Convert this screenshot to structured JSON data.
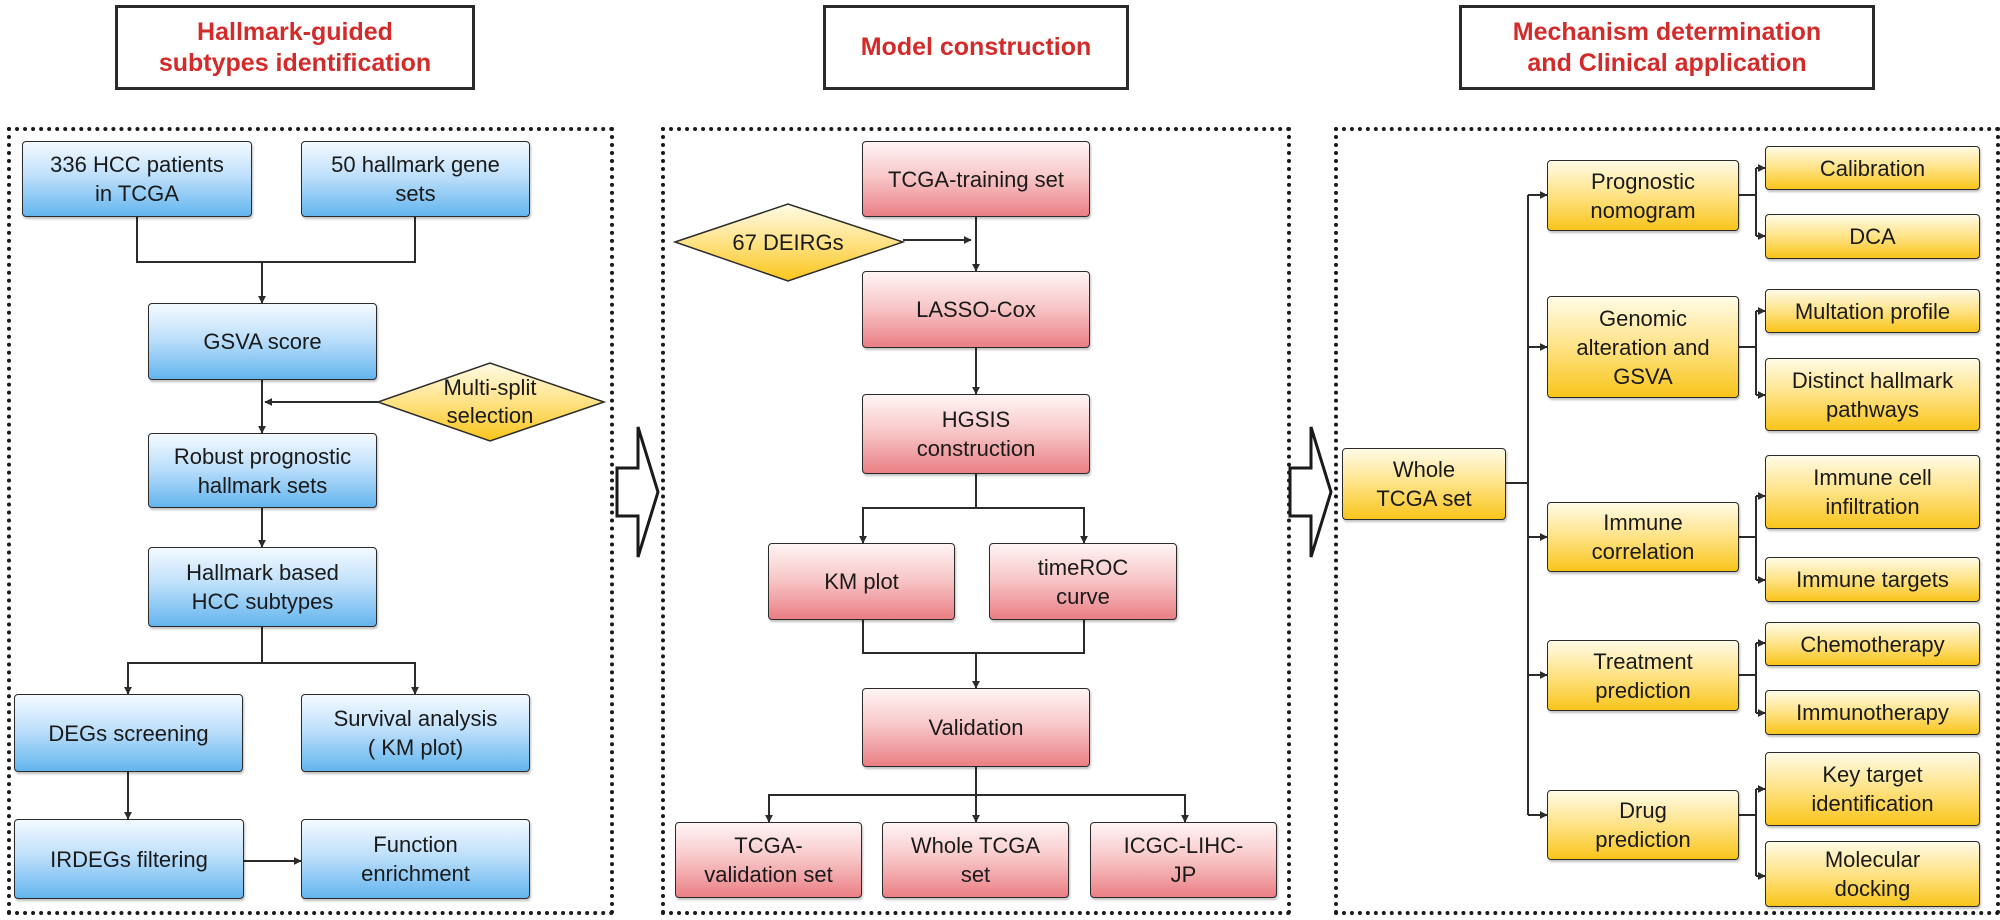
{
  "headers": {
    "left": "Hallmark-guided\nsubtypes identification",
    "middle": "Model construction",
    "right": "Mechanism determination\nand Clinical application"
  },
  "left_panel": {
    "hcc_patients": "336 HCC patients\nin TCGA",
    "hallmark_gene_sets": "50 hallmark gene\nsets",
    "gsva_score": "GSVA score",
    "multi_split": "Multi-split\nselection",
    "robust_sets": "Robust prognostic\nhallmark sets",
    "hcc_subtypes": "Hallmark based\nHCC subtypes",
    "degs_screening": "DEGs screening",
    "survival_analysis": "Survival analysis\n( KM plot)",
    "irdegs_filtering": "IRDEGs filtering",
    "function_enrichment": "Function\nenrichment"
  },
  "middle_panel": {
    "training_set": "TCGA-training set",
    "deirgs": "67 DEIRGs",
    "lasso_cox": "LASSO-Cox",
    "hgsis": "HGSIS\nconstruction",
    "km_plot": "KM plot",
    "timeroc": "timeROC\ncurve",
    "validation": "Validation",
    "validation_set": "TCGA-\nvalidation set",
    "whole_tcga": "Whole TCGA\nset",
    "icgc": "ICGC-LIHC-\nJP"
  },
  "right_panel": {
    "whole_tcga": "Whole\nTCGA set",
    "nomogram": "Prognostic\nnomogram",
    "genomic": "Genomic\nalteration and\nGSVA",
    "immune_corr": "Immune\ncorrelation",
    "treatment": "Treatment\nprediction",
    "drug": "Drug\nprediction",
    "calibration": "Calibration",
    "dca": "DCA",
    "mutation": "Multation profile",
    "hallmark_pathways": "Distinct hallmark\npathways",
    "immune_infiltration": "Immune cell\ninfiltration",
    "immune_targets": "Immune targets",
    "chemotherapy": "Chemotherapy",
    "immunotherapy": "Immunotherapy",
    "key_target": "Key target\nidentification",
    "molecular_docking": "Molecular\ndocking"
  },
  "colors": {
    "header_text": "#d32a2a",
    "blue_box": "#63b5ee",
    "red_box": "#ea7f85",
    "yellow_box": "#f9c51b",
    "diamond": "#f9c51b"
  }
}
